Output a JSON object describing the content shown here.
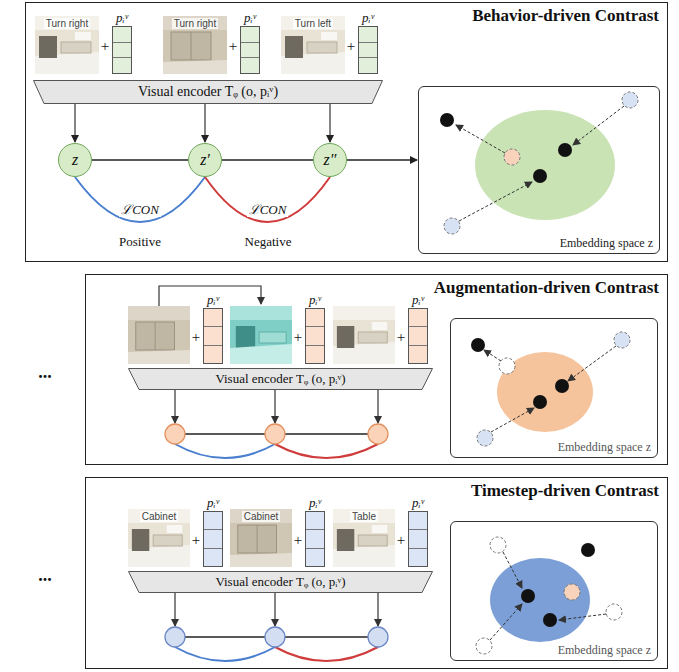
{
  "diagram": {
    "nodes": [
      {
        "text": [
          "Behavior-driven Contrast"
        ]
      },
      {
        "text": [
          "Turn right"
        ],
        "in": 0
      },
      {
        "text": [
          "pᵢᵛ"
        ],
        "in": 0
      },
      {
        "text": [
          "Turn right"
        ],
        "in": 0
      },
      {
        "text": [
          "pᵢᵛ"
        ],
        "in": 0
      },
      {
        "text": [
          "Turn left"
        ],
        "in": 0
      },
      {
        "text": [
          "pᵢᵛ"
        ],
        "in": 0
      },
      {
        "text": [
          "Visual encoder Tᵩ (o, pᵢᵛ)"
        ],
        "in": 0
      },
      {
        "text": [
          "z"
        ],
        "in": 0
      },
      {
        "text": [
          "z′"
        ],
        "in": 0
      },
      {
        "text": [
          "z″"
        ],
        "in": 0
      },
      {
        "text": [
          "Embedding space z"
        ],
        "in": 0
      },
      {
        "text": [
          "Augmentation-driven Contrast"
        ]
      },
      {
        "text": [
          "pᵢᵛ"
        ],
        "in": 12
      },
      {
        "text": [
          "pᵢᵛ"
        ],
        "in": 12
      },
      {
        "text": [
          "pᵢᵛ"
        ],
        "in": 12
      },
      {
        "text": [
          "Visual encoder Tᵩ (o, pᵢᵛ)"
        ],
        "in": 12
      },
      {
        "text": [
          "Embedding space z"
        ],
        "in": 12
      },
      {
        "text": [
          "Timestep-driven Contrast"
        ]
      },
      {
        "text": [
          "Cabinet"
        ],
        "in": 18
      },
      {
        "text": [
          "pᵢᵛ"
        ],
        "in": 18
      },
      {
        "text": [
          "Cabinet"
        ],
        "in": 18
      },
      {
        "text": [
          "pᵢᵛ"
        ],
        "in": 18
      },
      {
        "text": [
          "Table"
        ],
        "in": 18
      },
      {
        "text": [
          "pᵢᵛ"
        ],
        "in": 18
      },
      {
        "text": [
          "Visual encoder Tᵩ (o, pᵢᵛ)"
        ],
        "in": 18
      },
      {
        "text": [
          "Embedding space z"
        ],
        "in": 18
      }
    ],
    "edges": [
      {
        "from": 7,
        "to": 8,
        "arrow": "to"
      },
      {
        "from": 7,
        "to": 9,
        "arrow": "to"
      },
      {
        "from": 7,
        "to": 10,
        "arrow": "to"
      },
      {
        "from": 8,
        "to": 9,
        "arrow": "none"
      },
      {
        "from": 9,
        "to": 10,
        "arrow": "none"
      },
      {
        "from": 8,
        "to": 9,
        "label": "ℒCON",
        "arrow": "none"
      },
      {
        "from": 9,
        "to": 10,
        "label": "ℒCON",
        "arrow": "none"
      },
      {
        "from": 10,
        "to": 11,
        "arrow": "to"
      }
    ],
    "labels": [
      "+",
      "+",
      "+",
      "Positive",
      "Negative",
      "...",
      "+",
      "+",
      "+",
      "...",
      "+",
      "+",
      "+"
    ]
  }
}
